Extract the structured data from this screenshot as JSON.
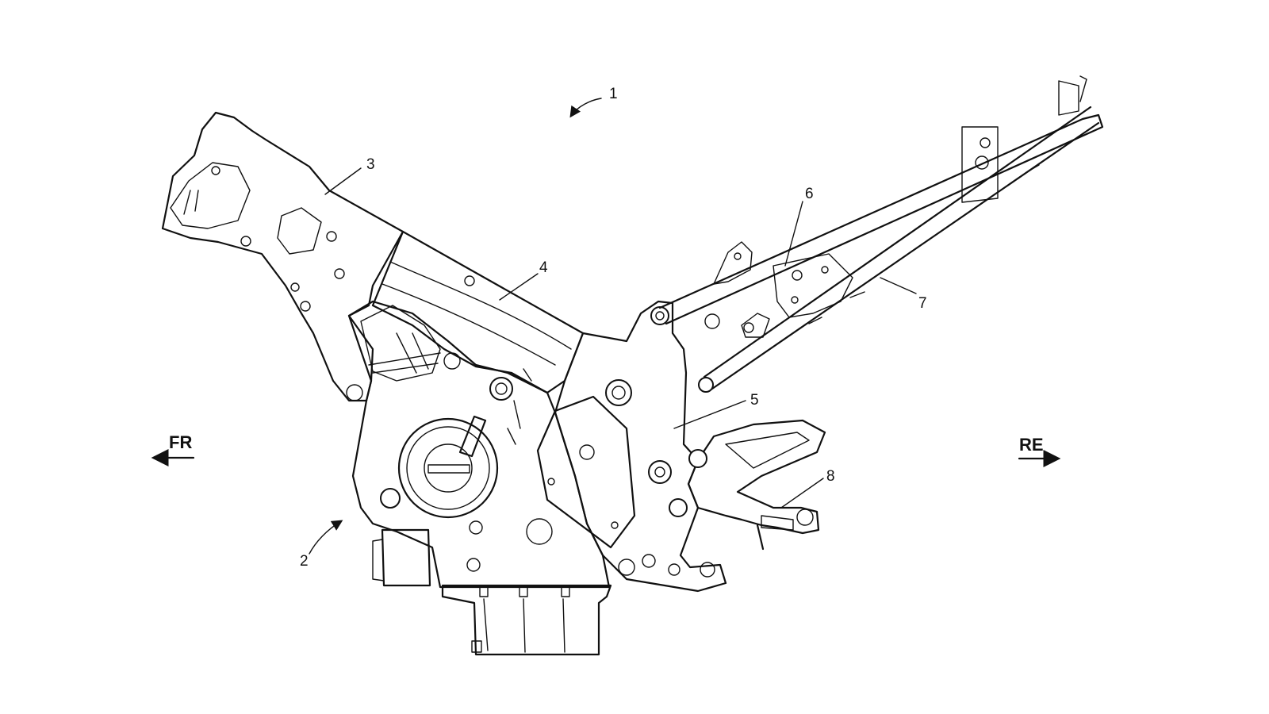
{
  "refs": {
    "r1": "1",
    "r2": "2",
    "r3": "3",
    "r4": "4",
    "r5": "5",
    "r6": "6",
    "r7": "7",
    "r8": "8"
  },
  "directions": {
    "front": "FR",
    "rear": "RE"
  }
}
